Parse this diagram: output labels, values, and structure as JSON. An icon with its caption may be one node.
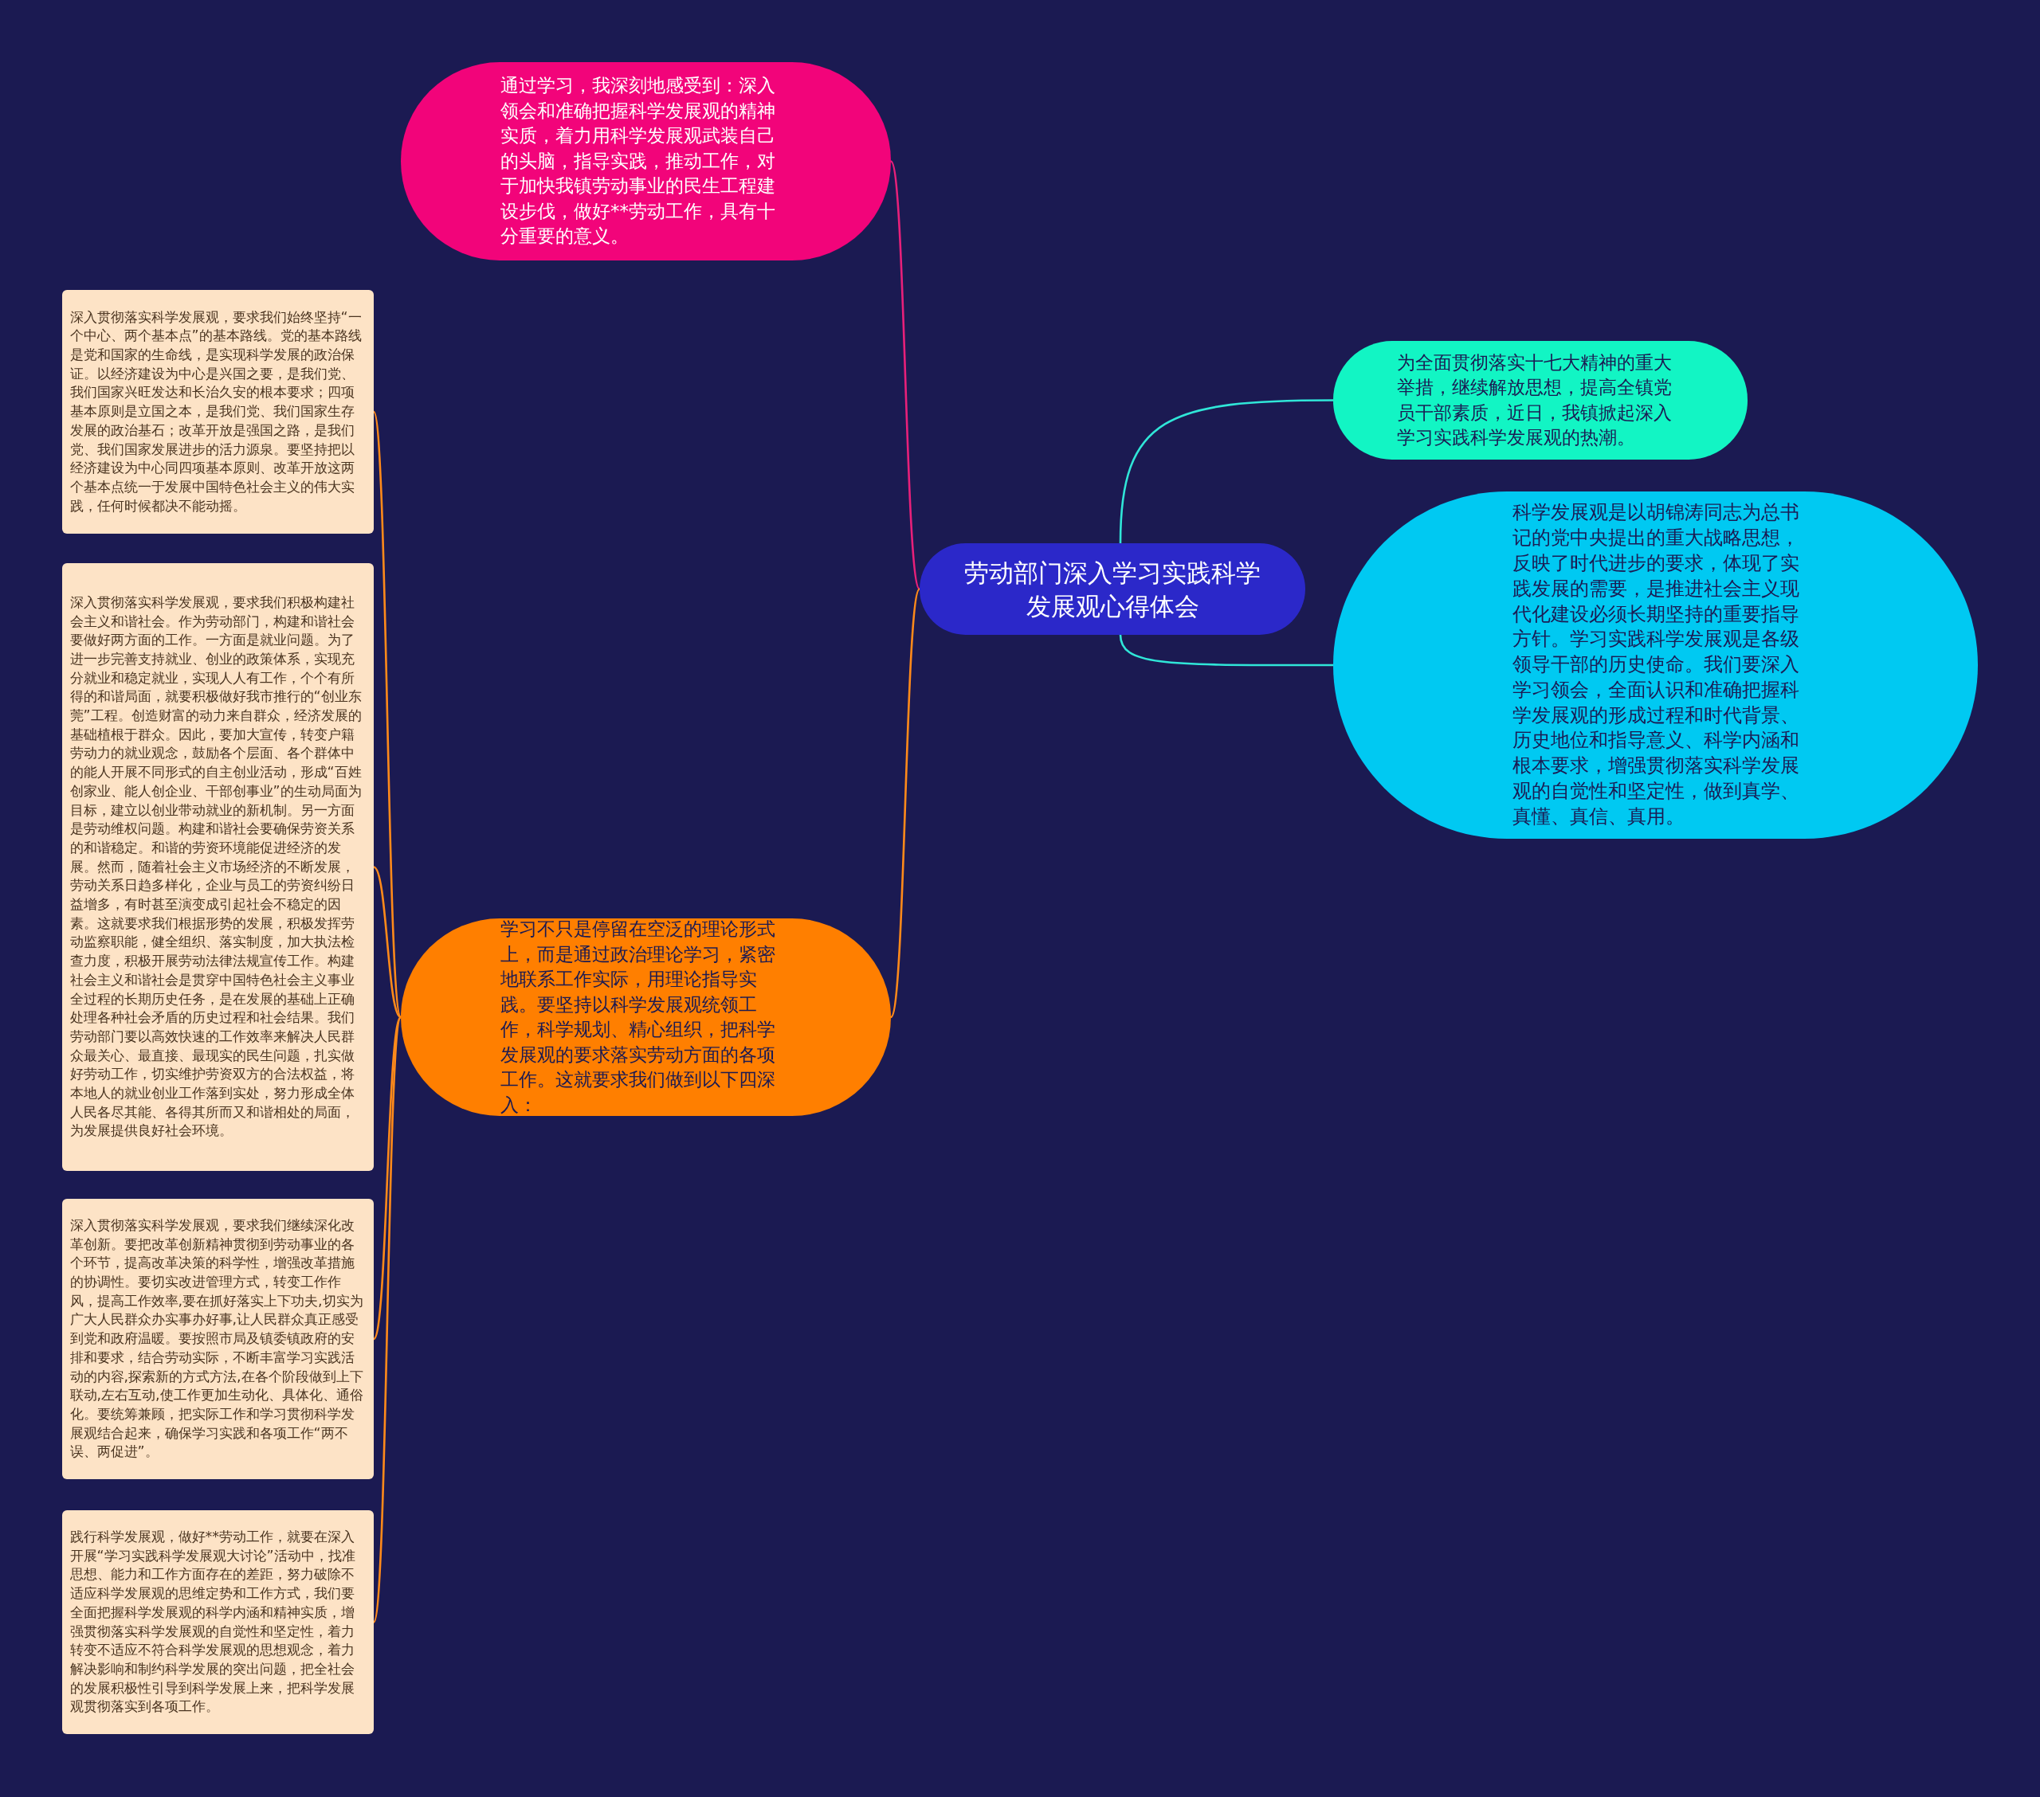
{
  "diagram": {
    "nodes": [
      {
        "text": [
          "劳动部门深入学习实践科学发展观心得体会"
        ]
      },
      {
        "text": [
          "通过学习，我深刻地感受到：深入领会和准确把握科学发展观的精神实质，着力用科学发展观武装自己的头脑，指导实践，推动工作，对于加快我镇劳动事业的民生工程建设步伐，做好**劳动工作，具有十分重要的意义。"
        ]
      },
      {
        "text": [
          "为全面贯彻落实十七大精神的重大举措，继续解放思想，提高全镇党员干部素质，近日，我镇掀起深入学习实践科学发展观的热潮。"
        ]
      },
      {
        "text": [
          "科学发展观是以胡锦涛同志为总书记的党中央提出的重大战略思想，反映了时代进步的要求，体现了实践发展的需要，是推进社会主义现代化建设必须长期坚持的重要指导方针。学习实践科学发展观是各级领导干部的历史使命。我们要深入学习领会，全面认识和准确把握科学发展观的形成过程和时代背景、历史地位和指导意义、科学内涵和根本要求，增强贯彻落实科学发展观的自觉性和坚定性，做到真学、真懂、真信、真用。"
        ]
      },
      {
        "text": [
          "学习不只是停留在空泛的理论形式上，而是通过政治理论学习，紧密地联系工作实际，用理论指导实践。要坚持以科学发展观统领工作，科学规划、精心组织，把科学发展观的要求落实劳动方面的各项工作。这就要求我们做到以下四深入："
        ]
      },
      {
        "text": [
          "深入贯彻落实科学发展观，要求我们始终坚持“一个中心、两个基本点”的基本路线。党的基本路线是党和国家的生命线，是实现科学发展的政治保证。以经济建设为中心是兴国之要，是我们党、我们国家兴旺发达和长治久安的根本要求；四项基本原则是立国之本，是我们党、我们国家生存发展的政治基石；改革开放是强国之路，是我们党、我们国家发展进步的活力源泉。要坚持把以经济建设为中心同四项基本原则、改革开放这两个基本点统一于发展中国特色社会主义的伟大实践，任何时候都决不能动摇。"
        ]
      },
      {
        "text": [
          "深入贯彻落实科学发展观，要求我们积极构建社会主义和谐社会。作为劳动部门，构建和谐社会要做好两方面的工作。一方面是就业问题。为了进一步完善支持就业、创业的政策体系，实现充分就业和稳定就业，实现人人有工作，个个有所得的和谐局面，就要积极做好我市推行的“创业东莞”工程。创造财富的动力来自群众，经济发展的基础植根于群众。因此，要加大宣传，转变户籍劳动力的就业观念，鼓励各个层面、各个群体中的能人开展不同形式的自主创业活动，形成“百姓创家业、能人创企业、干部创事业”的生动局面为目标，建立以创业带动就业的新机制。另一方面是劳动维权问题。构建和谐社会要确保劳资关系的和谐稳定。和谐的劳资环境能促进经济的发展。然而，随着社会主义市场经济的不断发展，劳动关系日趋多样化，企业与员工的劳资纠纷日益增多，有时甚至演变成引起社会不稳定的因素。这就要求我们根据形势的发展，积极发挥劳动监察职能，健全组织、落实制度，加大执法检查力度，积极开展劳动法律法规宣传工作。构建社会主义和谐社会是贯穿中国特色社会主义事业全过程的长期历史任务，是在发展的基础上正确处理各种社会矛盾的历史过程和社会结果。我们劳动部门要以高效快速的工作效率来解决人民群众最关心、最直接、最现实的民生问题，扎实做好劳动工作，切实维护劳资双方的合法权益，将本地人的就业创业工作落到实处，努力形成全体人民各尽其能、各得其所而又和谐相处的局面，为发展提供良好社会环境。"
        ]
      },
      {
        "text": [
          "深入贯彻落实科学发展观，要求我们继续深化改革创新。要把改革创新精神贯彻到劳动事业的各个环节，提高改革决策的科学性，增强改革措施的协调性。要切实改进管理方式，转变工作作风，提高工作效率,要在抓好落实上下功夫,切实为广大人民群众办实事办好事,让人民群众真正感受到党和政府温暖。要按照市局及镇委镇政府的安排和要求，结合劳动实际，不断丰富学习实践活动的内容,探索新的方式方法,在各个阶段做到上下联动,左右互动,使工作更加生动化、具体化、通俗化。要统筹兼顾，把实际工作和学习贯彻科学发展观结合起来，确保学习实践和各项工作“两不误、两促进”。"
        ]
      },
      {
        "text": [
          "践行科学发展观，做好**劳动工作，就要在深入开展“学习实践科学发展观大讨论”活动中，找准思想、能力和工作方面存在的差距，努力破除不适应科学发展观的思维定势和工作方式，我们要全面把握科学发展观的科学内涵和精神实质，增强贯彻落实科学发展观的自觉性和坚定性，着力转变不适应不符合科学发展观的思想观念，着力解决影响和制约科学发展的突出问题，把全社会的发展积极性引导到科学发展上来，把科学发展观贯彻落实到各项工作。"
        ]
      }
    ],
    "edges": [
      {
        "from": 0,
        "to": 1,
        "arrow": "none",
        "color": "#e8207a"
      },
      {
        "from": 0,
        "to": 2,
        "arrow": "none",
        "color": "#30e6d8"
      },
      {
        "from": 0,
        "to": 3,
        "arrow": "none",
        "color": "#30e6d8"
      },
      {
        "from": 0,
        "to": 4,
        "arrow": "none",
        "color": "#ff8a1a"
      },
      {
        "from": 4,
        "to": 5,
        "arrow": "none",
        "color": "#ff8a1a"
      },
      {
        "from": 4,
        "to": 6,
        "arrow": "none",
        "color": "#ff8a1a"
      },
      {
        "from": 4,
        "to": 7,
        "arrow": "none",
        "color": "#ff8a1a"
      },
      {
        "from": 4,
        "to": 8,
        "arrow": "none",
        "color": "#ff8a1a"
      }
    ]
  }
}
